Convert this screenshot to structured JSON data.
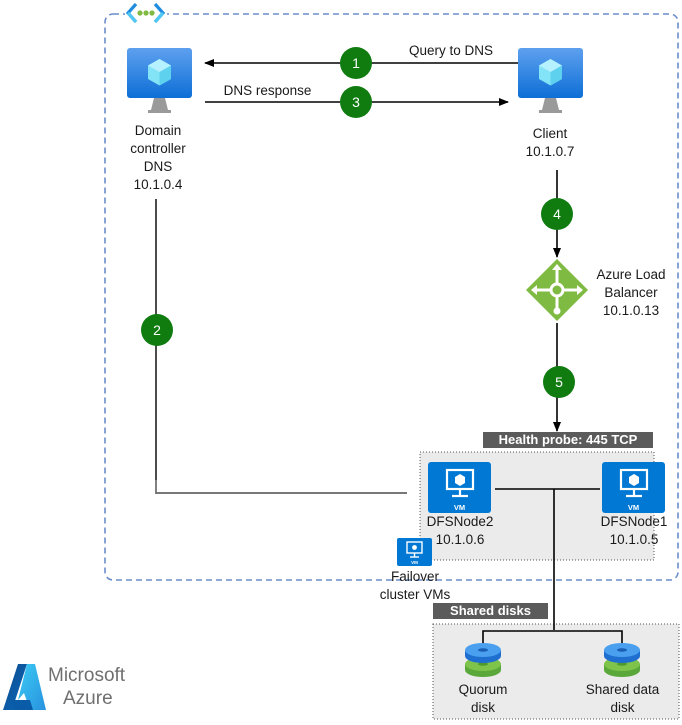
{
  "diagram": {
    "title": "DFS Namespaces failover cluster on Azure",
    "colors": {
      "vnet_border": "#6b8ecb",
      "step_circle": "#107c10",
      "group_fill": "#ebebeb",
      "badge_fill": "#5b5b5b",
      "vm_blue": "#0078d4",
      "lb_green": "#7fba42",
      "disk_blue": "#3b8ee0",
      "disk_green": "#6bb33a"
    },
    "nodes": {
      "domain_controller": {
        "icon": "virtual-machine-icon",
        "lines": [
          "Domain",
          "controller",
          "DNS",
          "10.1.0.4"
        ]
      },
      "client": {
        "icon": "virtual-machine-icon",
        "lines": [
          "Client",
          "10.1.0.7"
        ]
      },
      "load_balancer": {
        "icon": "load-balancer-icon",
        "lines": [
          "Azure Load",
          "Balancer",
          "10.1.0.13"
        ]
      },
      "dfsnode2": {
        "icon": "vm-icon",
        "icon_text": "VM",
        "lines": [
          "DFSNode2",
          "10.1.0.6"
        ]
      },
      "dfsnode1": {
        "icon": "vm-icon",
        "icon_text": "VM",
        "lines": [
          "DFSNode1",
          "10.1.0.5"
        ]
      },
      "failover_cluster": {
        "icon": "vm-icon",
        "icon_text": "VM",
        "lines": [
          "Failover",
          "cluster VMs"
        ]
      },
      "quorum_disk": {
        "icon": "disk-icon",
        "lines": [
          "Quorum",
          "disk"
        ]
      },
      "shared_data_disk": {
        "icon": "disk-icon",
        "lines": [
          "Shared data",
          "disk"
        ]
      }
    },
    "edges": [
      {
        "step": "1",
        "label": "Query to DNS",
        "from": "client",
        "to": "domain_controller"
      },
      {
        "step": "2",
        "label": "",
        "from": "domain_controller",
        "to": "failover_cluster"
      },
      {
        "step": "3",
        "label": "DNS response",
        "from": "domain_controller",
        "to": "client"
      },
      {
        "step": "4",
        "label": "",
        "from": "client",
        "to": "load_balancer"
      },
      {
        "step": "5",
        "label": "",
        "from": "load_balancer",
        "to": "failover_cluster"
      }
    ],
    "badges": {
      "health_probe": "Health probe: 445 TCP",
      "shared_disks": "Shared disks"
    },
    "groups": {
      "vnet": {
        "icon": "virtual-network-icon"
      }
    }
  },
  "logo": {
    "line1": "Microsoft",
    "line2": "Azure",
    "icon": "azure-logo-icon"
  }
}
